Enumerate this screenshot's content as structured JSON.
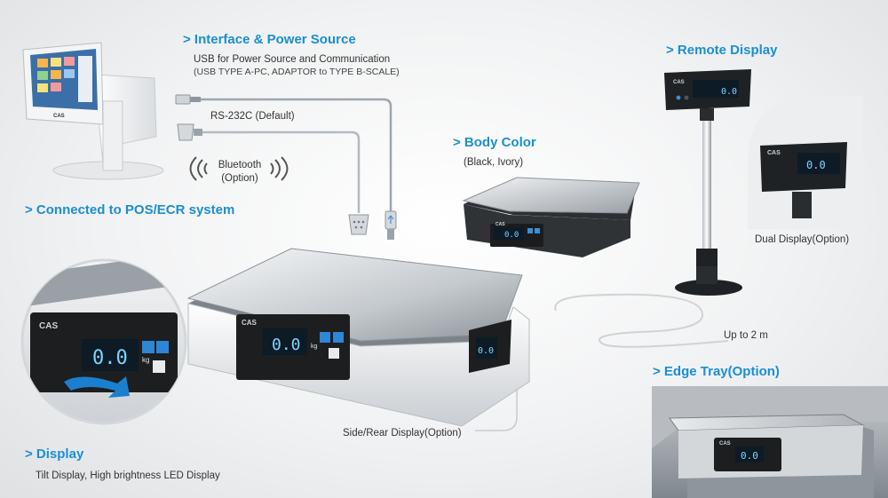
{
  "sections": {
    "interface": {
      "title": "> Interface & Power Source",
      "line1": "USB for Power Source and Communication",
      "line2": "(USB TYPE A-PC, ADAPTOR to TYPE B-SCALE)"
    },
    "rs232": {
      "label": "RS-232C (Default)"
    },
    "bluetooth": {
      "label": "Bluetooth",
      "sub": "(Option)"
    },
    "pos": {
      "title": "> Connected to POS/ECR system"
    },
    "body_color": {
      "title": "> Body Color",
      "sub": "(Black, Ivory)"
    },
    "remote": {
      "title": "> Remote Display"
    },
    "dual_display": {
      "label": "Dual Display(Option)"
    },
    "distance": {
      "label": "Up to 2 m"
    },
    "edge_tray": {
      "title": "> Edge Tray(Option)"
    },
    "side_rear": {
      "label": "Side/Rear Display(Option)"
    },
    "display": {
      "title": "> Display",
      "sub": "Tilt Display, High brightness LED Display"
    }
  },
  "device": {
    "brand": "CAS",
    "reading": "0.0",
    "unit": "kg"
  },
  "colors": {
    "accent": "#1a8fd0",
    "cable": "#a9b1b8",
    "lcd": "#7fd3ff"
  }
}
